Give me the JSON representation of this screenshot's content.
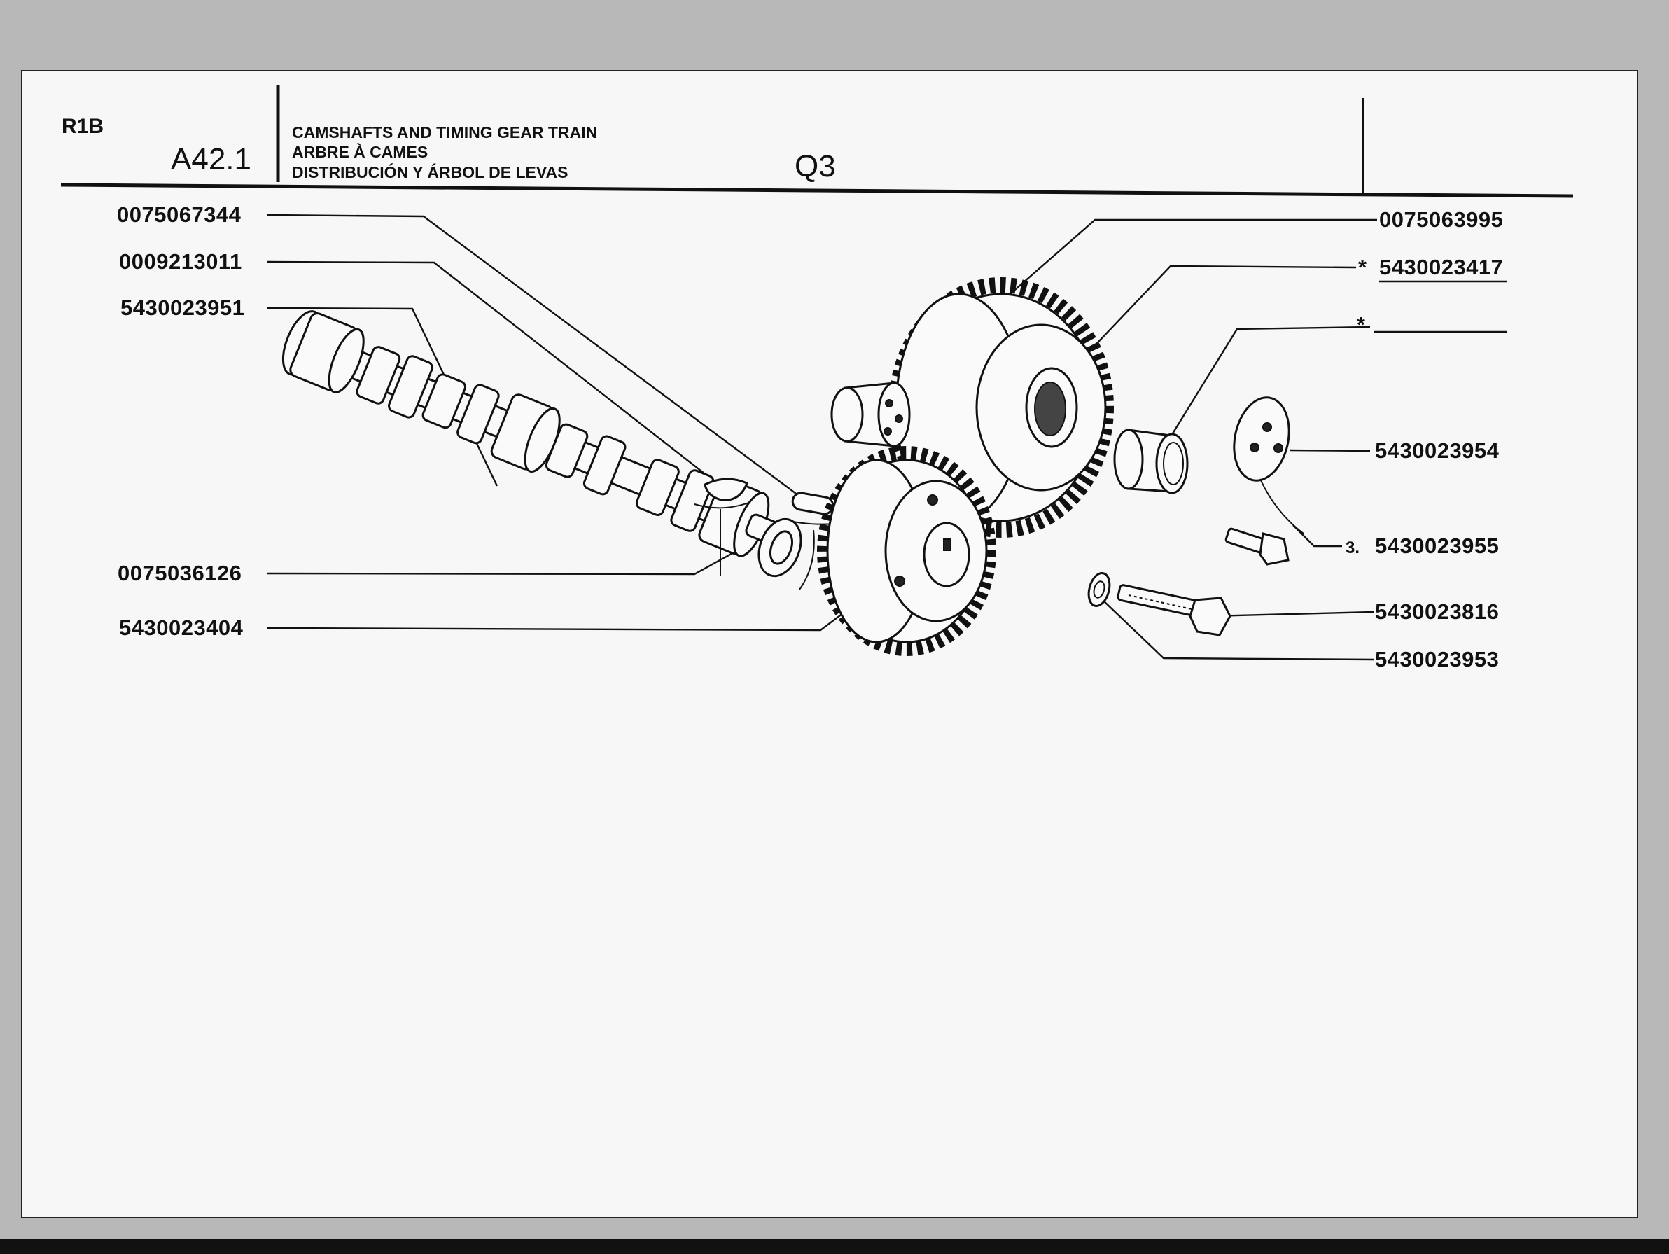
{
  "header": {
    "model": "R1B",
    "section": "A42.1",
    "title_en": "CAMSHAFTS AND TIMING GEAR TRAIN",
    "title_fr": "ARBRE À CAMES",
    "title_es": "DISTRIBUCIÓN Y ÁRBOL DE LEVAS",
    "group": "Q3"
  },
  "callouts": {
    "left": [
      {
        "id": "callout-0075067344",
        "part_no": "0075067344"
      },
      {
        "id": "callout-0009213011",
        "part_no": "0009213011"
      },
      {
        "id": "callout-5430023951",
        "part_no": "5430023951"
      },
      {
        "id": "callout-0075036126",
        "part_no": "0075036126"
      },
      {
        "id": "callout-5430023404",
        "part_no": "5430023404"
      }
    ],
    "right": [
      {
        "id": "callout-0075063995",
        "part_no": "0075063995",
        "prefix": ""
      },
      {
        "id": "callout-5430023417",
        "part_no": "5430023417",
        "prefix": "*"
      },
      {
        "id": "callout-blank",
        "part_no": "",
        "prefix": "*"
      },
      {
        "id": "callout-5430023954",
        "part_no": "5430023954",
        "prefix": ""
      },
      {
        "id": "callout-5430023955",
        "part_no": "5430023955",
        "prefix": "3."
      },
      {
        "id": "callout-5430023816",
        "part_no": "5430023816",
        "prefix": ""
      },
      {
        "id": "callout-5430023953",
        "part_no": "5430023953",
        "prefix": ""
      }
    ]
  }
}
